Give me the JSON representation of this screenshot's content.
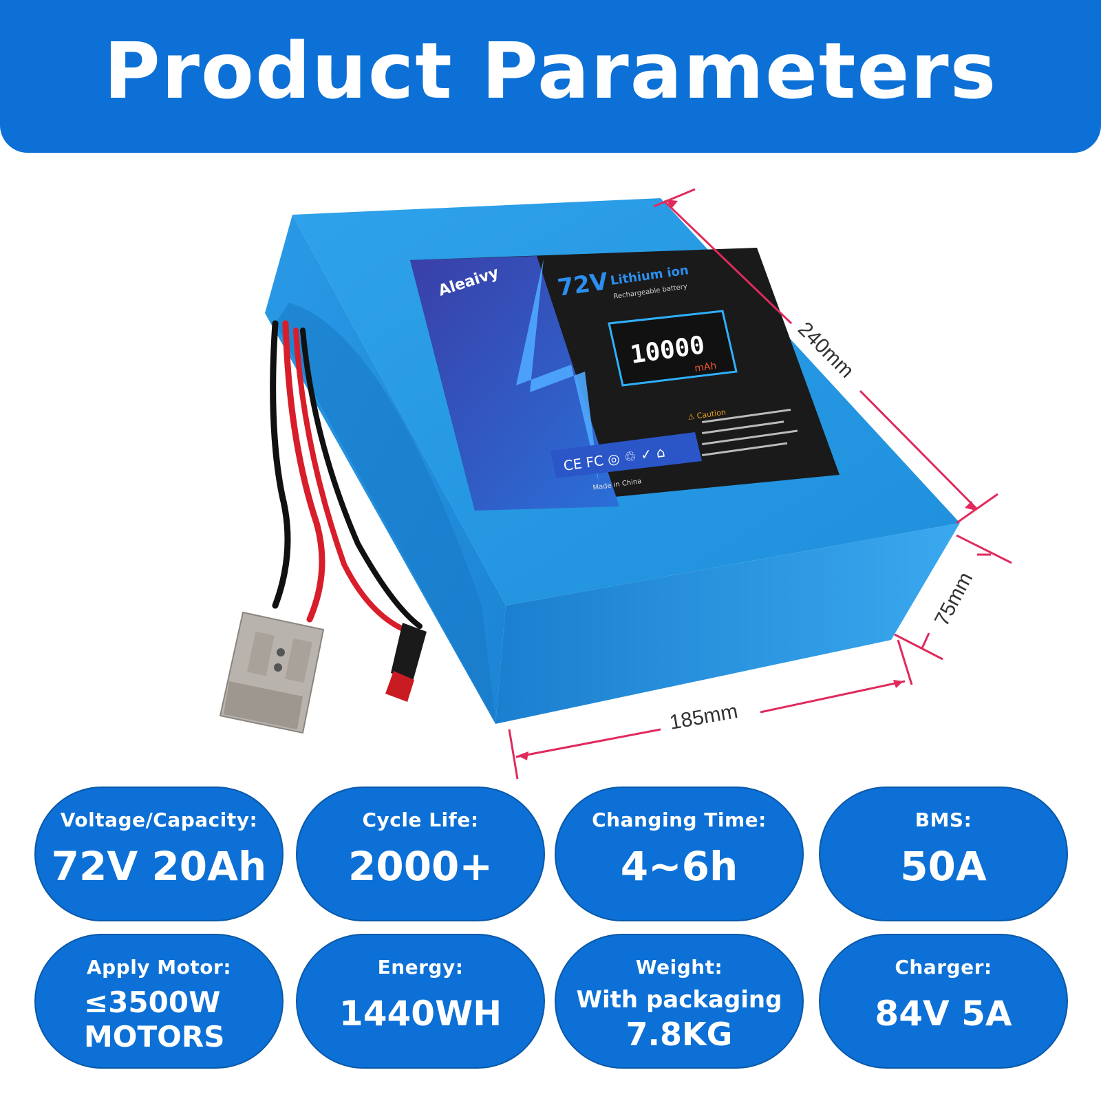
{
  "header": {
    "title": "Product Parameters"
  },
  "colors": {
    "primary": "#0c70d6",
    "dimension_line": "#e02a5c",
    "battery_blue": "#2b9ee8"
  },
  "dimensions": {
    "length": "240mm",
    "width": "185mm",
    "height": "75mm"
  },
  "battery_label": {
    "brand": "Aleaivy",
    "voltage": "72V",
    "type": "Lithium ion",
    "subtitle": "Rechargeable battery",
    "capacity": "10000",
    "capacity_unit": "mAh",
    "origin": "Made in China"
  },
  "specs": [
    {
      "title": "Voltage/Capacity:",
      "value": "72V 20Ah"
    },
    {
      "title": "Cycle Life:",
      "value": "2000+"
    },
    {
      "title": "Changing Time:",
      "value": "4~6h"
    },
    {
      "title": "BMS:",
      "value": "50A"
    },
    {
      "title": "Apply Motor:",
      "value_line1": "≤3500W",
      "value_line2": "MOTORS"
    },
    {
      "title": "Energy:",
      "value": "1440WH"
    },
    {
      "title": "Weight:",
      "value_line1": "With packaging",
      "value_line2": "7.8KG"
    },
    {
      "title": "Charger:",
      "value": "84V 5A"
    }
  ]
}
